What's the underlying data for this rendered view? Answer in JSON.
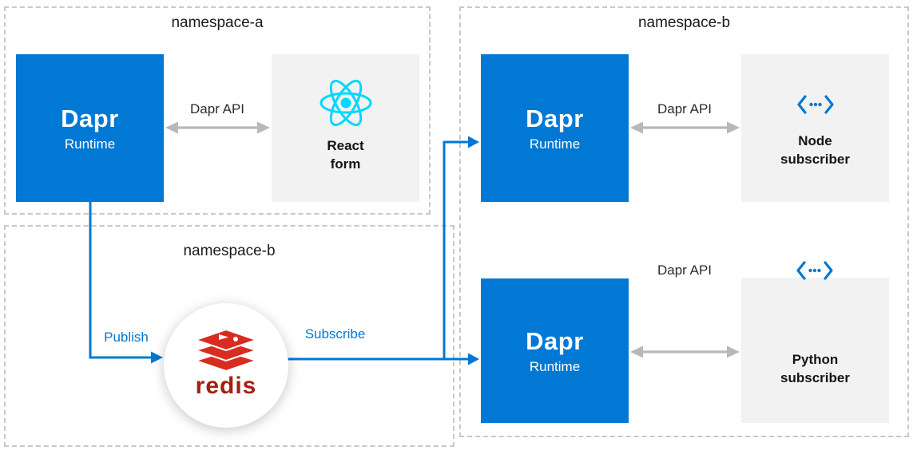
{
  "colors": {
    "dapr_blue": "#0078d4",
    "panel_gray": "#f2f2f2",
    "arrow_gray": "#b8b8b8",
    "dashed_border": "#c9c9c9",
    "blue_label": "#0078d4",
    "react_cyan": "#00d8ff",
    "redis_red": "#d82c20",
    "redis_wordmark": "#a41e11"
  },
  "namespaces": {
    "a": {
      "label": "namespace-a"
    },
    "b_left": {
      "label": "namespace-b"
    },
    "b_right": {
      "label": "namespace-b"
    }
  },
  "dapr_runtime_1": {
    "title": "Dapr",
    "subtitle": "Runtime"
  },
  "dapr_runtime_2": {
    "title": "Dapr",
    "subtitle": "Runtime"
  },
  "dapr_runtime_3": {
    "title": "Dapr",
    "subtitle": "Runtime"
  },
  "react_form": {
    "line1": "React",
    "line2": "form",
    "icon": "react-logo"
  },
  "node_subscriber": {
    "line1": "Node",
    "line2": "subscriber",
    "icon": "code-brackets"
  },
  "python_subscriber": {
    "line1": "Python",
    "line2": "subscriber",
    "icon": "code-brackets"
  },
  "redis": {
    "label": "redis",
    "icon": "redis-logo"
  },
  "edge_labels": {
    "dapr_api_left": "Dapr API",
    "dapr_api_top_right": "Dapr API",
    "dapr_api_bottom_right": "Dapr API",
    "publish": "Publish",
    "subscribe": "Subscribe"
  }
}
